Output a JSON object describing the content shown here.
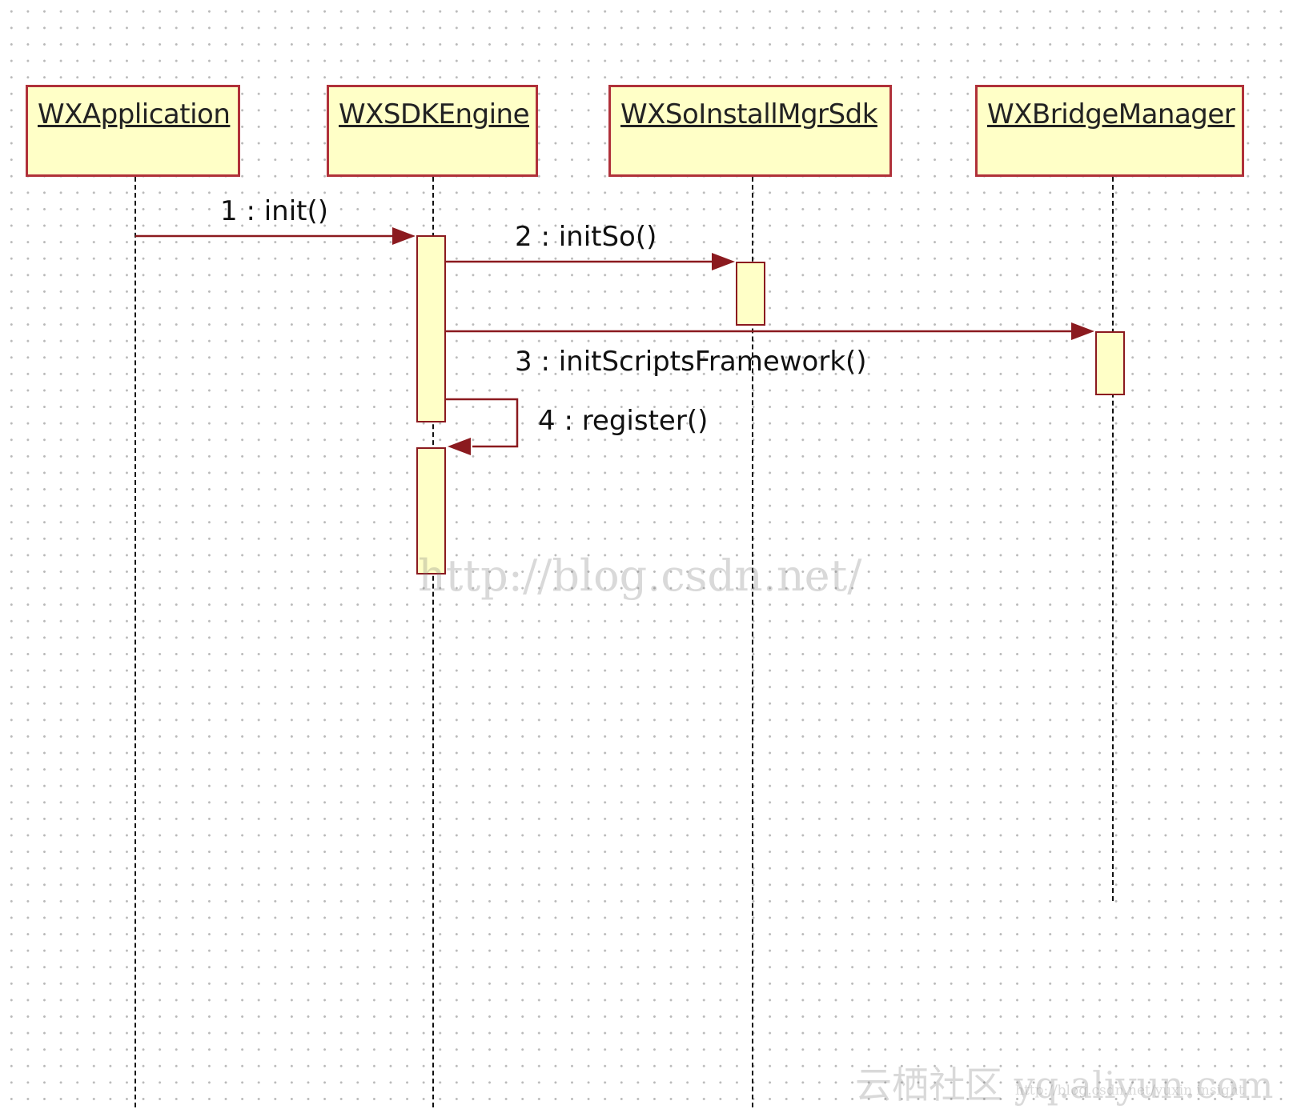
{
  "lifelines": [
    {
      "name": "WXApplication"
    },
    {
      "name": "WXSDKEngine"
    },
    {
      "name": "WXSoInstallMgrSdk"
    },
    {
      "name": "WXBridgeManager"
    }
  ],
  "messages": [
    {
      "label": "1 : init()",
      "from": "WXApplication",
      "to": "WXSDKEngine"
    },
    {
      "label": "2 : initSo()",
      "from": "WXSDKEngine",
      "to": "WXSoInstallMgrSdk"
    },
    {
      "label": "3 : initScriptsFramework()",
      "from": "WXSDKEngine",
      "to": "WXBridgeManager"
    },
    {
      "label": "4 : register()",
      "from": "WXSDKEngine",
      "to": "WXSDKEngine"
    }
  ],
  "watermarks": {
    "center": "http://blog.csdn.net/",
    "corner": "云栖社区 yq.aliyun.com",
    "corner_small": "http://blog.csdn.net/yuxin insight"
  },
  "colors": {
    "box_fill": "#ffffc7",
    "box_border": "#b0313a",
    "arrow": "#8b1a1f",
    "grid_dot": "#b9b9b9"
  }
}
